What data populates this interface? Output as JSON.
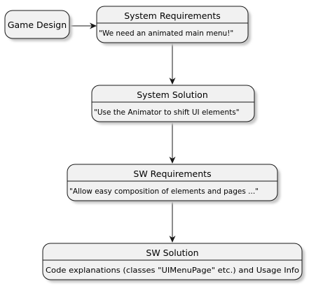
{
  "nodes": {
    "game_design": {
      "title": "Game Design"
    },
    "system_requirements": {
      "title": "System Requirements",
      "body": "\"We need an animated main menu!\""
    },
    "system_solution": {
      "title": "System Solution",
      "body": "\"Use the Animator to shift UI elements\""
    },
    "sw_requirements": {
      "title": "SW Requirements",
      "body": "\"Allow easy composition of elements and pages ...\""
    },
    "sw_solution": {
      "title": "SW Solution",
      "body": "Code explanations (classes \"UIMenuPage\" etc.) and Usage Info"
    }
  },
  "edges": [
    {
      "from": "game_design",
      "to": "system_requirements"
    },
    {
      "from": "system_requirements",
      "to": "system_solution"
    },
    {
      "from": "system_solution",
      "to": "sw_requirements"
    },
    {
      "from": "sw_requirements",
      "to": "sw_solution"
    }
  ],
  "colors": {
    "node_fill": "#f1f1f1",
    "node_border": "#181818",
    "shadow": "#c8c8c8",
    "edge": "#181818"
  }
}
